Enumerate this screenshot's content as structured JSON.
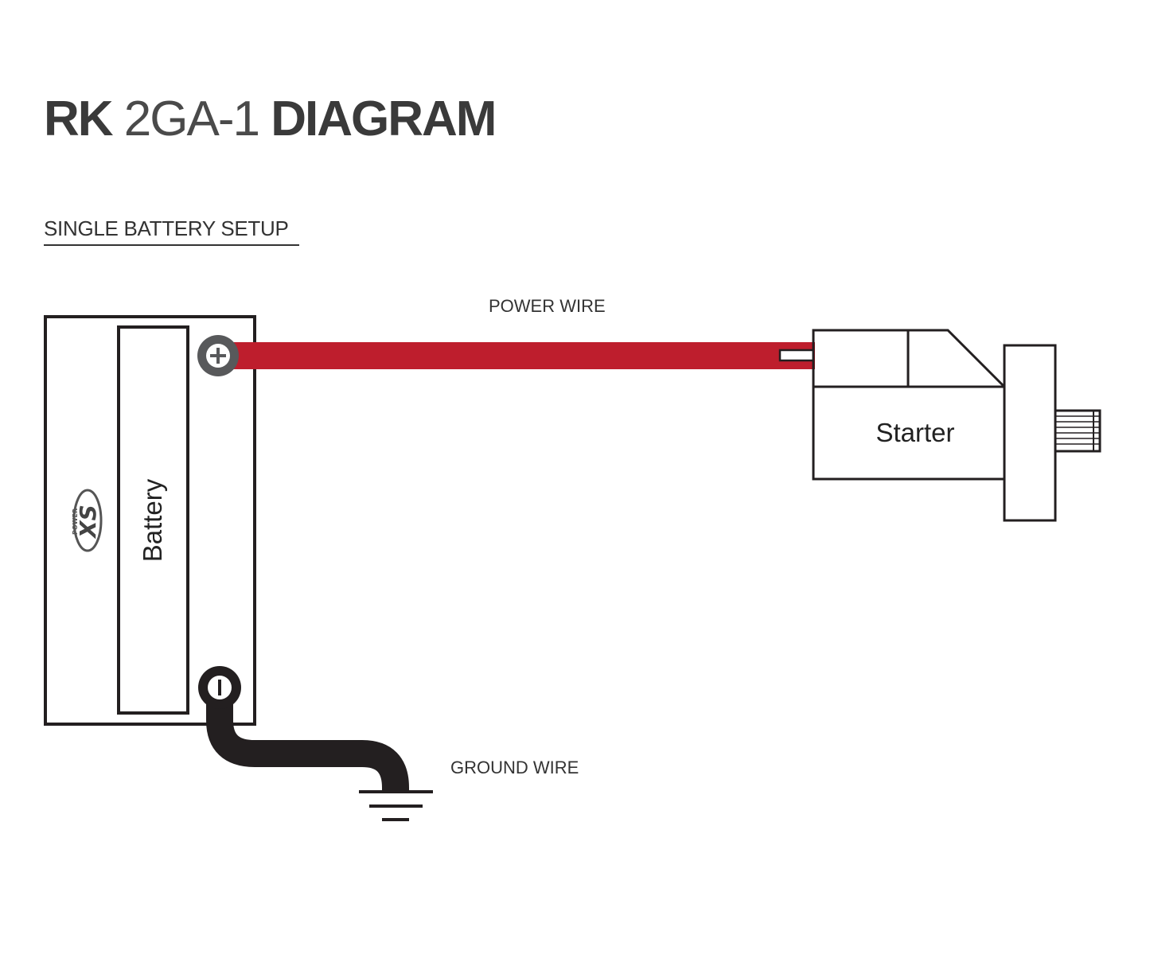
{
  "title": {
    "part1": "RK",
    "part2": "2GA-1",
    "part3": "DIAGRAM"
  },
  "subtitle": "SINGLE BATTERY SETUP",
  "labels": {
    "power_wire": "POWER WIRE",
    "ground_wire": "GROUND WIRE",
    "battery": "Battery",
    "starter": "Starter"
  },
  "logo": {
    "text": "XS POWER"
  },
  "terminals": {
    "positive_symbol": "plus-icon",
    "negative_symbol": "minus-icon"
  },
  "colors": {
    "power_wire": "#be1e2d",
    "ground_wire": "#231f20",
    "outline": "#231f20",
    "terminal_positive": "#58595b"
  }
}
